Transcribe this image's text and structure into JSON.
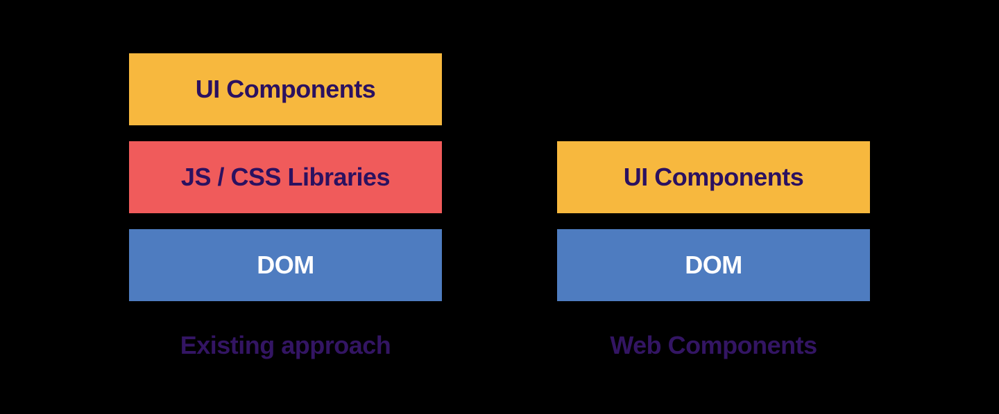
{
  "background_color": "#000000",
  "colors": {
    "layer_yellow": "#f7b83e",
    "layer_red": "#f05b5b",
    "layer_blue": "#4e7cc0",
    "label_dark_purple": "#2b1160",
    "label_white": "#ffffff",
    "caption_purple": "#331563"
  },
  "diagram": {
    "left": {
      "caption": "Existing approach",
      "layers": [
        {
          "label": "UI Components",
          "color": "#f7b83e",
          "text_color": "#2b1160"
        },
        {
          "label": "JS / CSS Libraries",
          "color": "#f05b5b",
          "text_color": "#2b1160"
        },
        {
          "label": "DOM",
          "color": "#4e7cc0",
          "text_color": "#ffffff"
        }
      ]
    },
    "right": {
      "caption": "Web Components",
      "layers": [
        {
          "label": "UI Components",
          "color": "#f7b83e",
          "text_color": "#2b1160"
        },
        {
          "label": "DOM",
          "color": "#4e7cc0",
          "text_color": "#ffffff"
        }
      ]
    }
  }
}
